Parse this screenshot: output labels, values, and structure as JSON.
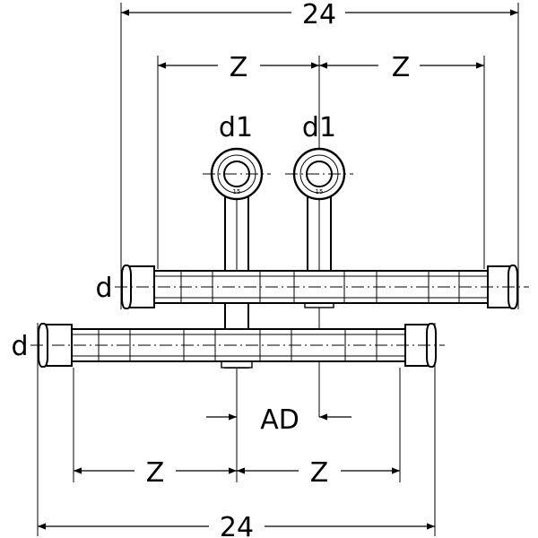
{
  "labels": {
    "top_length": "24",
    "bottom_length": "24",
    "z_top_left": "Z",
    "z_top_right": "Z",
    "z_bottom_left": "Z",
    "z_bottom_right": "Z",
    "outlet_left": "d1",
    "outlet_right": "d1",
    "d_top": "d",
    "d_bottom": "d",
    "offset": "AD",
    "outlet_mark_left": "15",
    "outlet_mark_right": "15"
  },
  "colors": {
    "line": "#000000",
    "background": "#ffffff"
  }
}
